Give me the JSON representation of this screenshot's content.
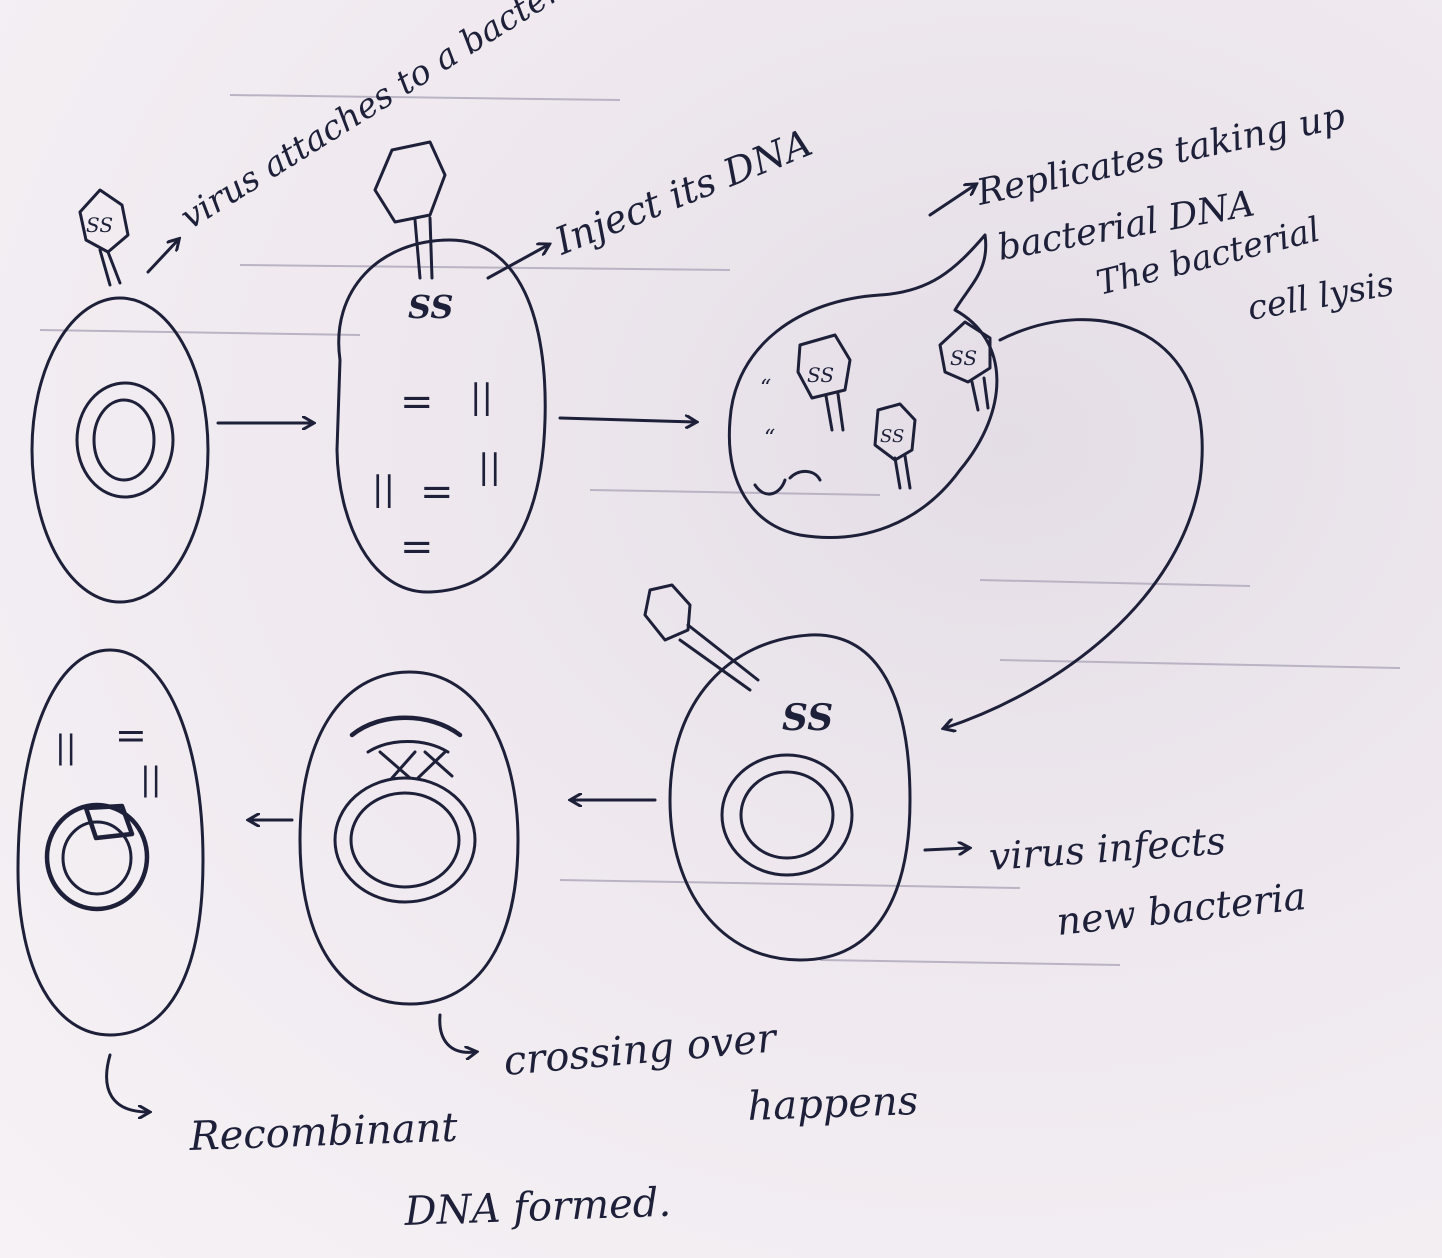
{
  "title": "",
  "labels": {
    "virus_attaches": "virus attaches to a bacterial cell",
    "injects_dna": "Inject its DNA",
    "replicates_1": "Replicates taking up",
    "replicates_2": "bacterial DNA",
    "replicates_3": "The bacterial",
    "replicates_4": "cell lysis",
    "virus_infects_1": "virus infects",
    "virus_infects_2": "new bacteria",
    "crossing_1": "crossing over",
    "crossing_2": "happens",
    "recombinant_1": "Recombinant",
    "recombinant_2": "DNA formed."
  },
  "cell_marks": {
    "ss": "SS",
    "eq": "=",
    "par": "||"
  },
  "colors": {
    "ink": "#1d2038",
    "paper": "#f3eef3"
  }
}
